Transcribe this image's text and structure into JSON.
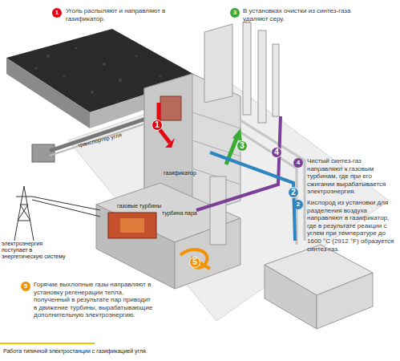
{
  "diagram": {
    "caption": "Работа типичной электростанции с газификацией угля.",
    "nodes": [
      {
        "text": [
          "1"
        ]
      },
      {
        "text": [
          "3"
        ]
      },
      {
        "text": [
          "1"
        ]
      },
      {
        "text": [
          "3"
        ]
      },
      {
        "text": [
          "4"
        ]
      },
      {
        "text": [
          "4"
        ]
      },
      {
        "text": [
          "2"
        ]
      },
      {
        "text": [
          "2"
        ]
      },
      {
        "text": [
          "5"
        ]
      },
      {
        "text": [
          "5"
        ]
      }
    ],
    "labels": [
      "Уголь распыляют и направляют в газификатор.",
      "В установках очистки из синтез-газа удаляют серу.",
      "Чистый синтез-газ направляют к газовым турбинам, где при его сжигании вырабатывается электроэнергия.",
      "Кислород из установки для разделения воздуха направляют в газификатор, где в результате реакции с углем при температуре до 1600 °C (2912 °F) образуется синтез-газ.",
      "Горячие выхлопные газы направляют в установку регенерации тепла, полученный в результате пар приводит в движение турбины, вырабатывающие дополнительную электроэнергию.",
      "транспортер угля",
      "газификатор",
      "газовые турбины",
      "турбина пара",
      "электроэнергия поступает в энергетическую систему"
    ]
  }
}
